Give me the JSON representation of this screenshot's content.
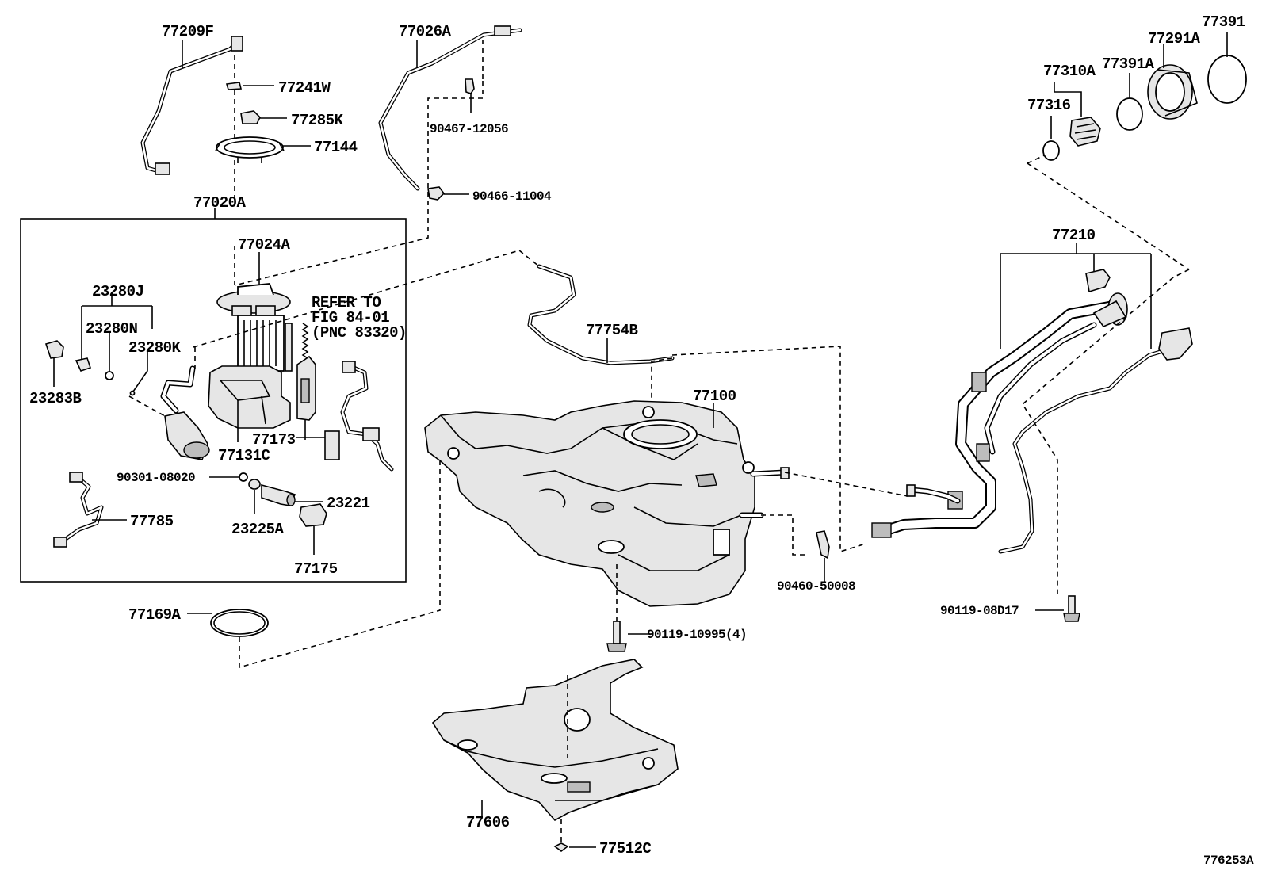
{
  "diagram_id": "776253A",
  "refer_note": {
    "line1": "REFER TO",
    "line2": "FIG 84-01",
    "line3": "(PNC 83320)"
  },
  "callouts": {
    "p77209F": "77209F",
    "p77026A": "77026A",
    "p77241W": "77241W",
    "p77285K": "77285K",
    "p77144": "77144",
    "p90467": "90467-12056",
    "p90466": "90466-11004",
    "p77020A": "77020A",
    "p77024A": "77024A",
    "p23280J": "23280J",
    "p23280N": "23280N",
    "p23280K": "23280K",
    "p23283B": "23283B",
    "p77173": "77173",
    "p77131C": "77131C",
    "p90301": "90301-08020",
    "p23221": "23221",
    "p23225A": "23225A",
    "p77785": "77785",
    "p77175": "77175",
    "p77169A": "77169A",
    "p77754B": "77754B",
    "p77100": "77100",
    "p90460": "90460-50008",
    "p90119a": "90119-10995(4)",
    "p90119b": "90119-08D17",
    "p77210": "77210",
    "p77391": "77391",
    "p77291A": "77291A",
    "p77310A": "77310A",
    "p77391A": "77391A",
    "p77316": "77316",
    "p77606": "77606",
    "p77512C": "77512C"
  }
}
